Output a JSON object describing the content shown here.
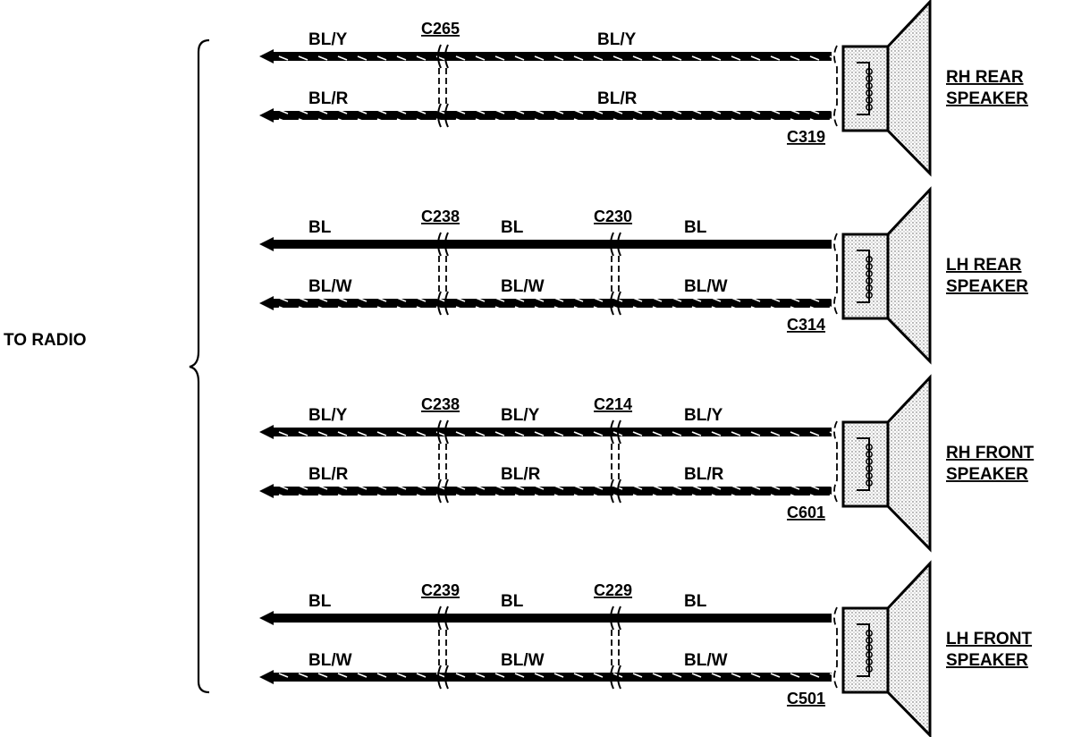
{
  "source_label": "TO RADIO",
  "speakers": [
    {
      "name_line1": "RH REAR",
      "name_line2": "SPEAKER",
      "connector": "C319",
      "junctions": [
        "C265"
      ],
      "wires": [
        {
          "style": "striped",
          "labels": [
            "BL/Y",
            "BL/Y"
          ]
        },
        {
          "style": "striped",
          "labels": [
            "BL/R",
            "BL/R"
          ]
        }
      ]
    },
    {
      "name_line1": "LH REAR",
      "name_line2": "SPEAKER",
      "connector": "C314",
      "junctions": [
        "C238",
        "C230"
      ],
      "wires": [
        {
          "style": "solid",
          "labels": [
            "BL",
            "BL",
            "BL"
          ]
        },
        {
          "style": "striped",
          "labels": [
            "BL/W",
            "BL/W",
            "BL/W"
          ]
        }
      ]
    },
    {
      "name_line1": "RH FRONT",
      "name_line2": "SPEAKER",
      "connector": "C601",
      "junctions": [
        "C238",
        "C214"
      ],
      "wires": [
        {
          "style": "striped",
          "labels": [
            "BL/Y",
            "BL/Y",
            "BL/Y"
          ]
        },
        {
          "style": "striped",
          "labels": [
            "BL/R",
            "BL/R",
            "BL/R"
          ]
        }
      ]
    },
    {
      "name_line1": "LH FRONT",
      "name_line2": "SPEAKER",
      "connector": "C501",
      "junctions": [
        "C239",
        "C229"
      ],
      "wires": [
        {
          "style": "solid",
          "labels": [
            "BL",
            "BL",
            "BL"
          ]
        },
        {
          "style": "striped",
          "labels": [
            "BL/W",
            "BL/W",
            "BL/W"
          ]
        }
      ]
    }
  ]
}
